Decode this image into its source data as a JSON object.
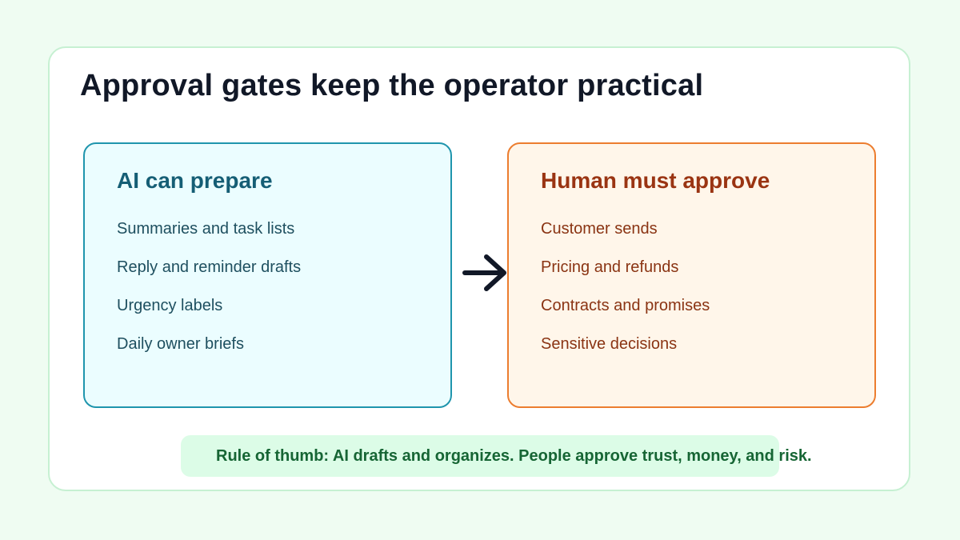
{
  "title": "Approval gates keep the operator practical",
  "left_panel": {
    "heading": "AI can prepare",
    "items": [
      "Summaries and task lists",
      "Reply and reminder drafts",
      "Urgency labels",
      "Daily owner briefs"
    ]
  },
  "right_panel": {
    "heading": "Human must approve",
    "items": [
      "Customer sends",
      "Pricing and refunds",
      "Contracts and promises",
      "Sensitive decisions"
    ]
  },
  "rule_of_thumb": "Rule of thumb: AI drafts and organizes. People approve trust, money, and risk.",
  "colors": {
    "background": "#effcf2",
    "left_accent": "#1f95ad",
    "right_accent": "#ec7d2f",
    "rule_fill": "#dcfce7"
  },
  "icons": {
    "connector": "arrow-right-icon"
  }
}
